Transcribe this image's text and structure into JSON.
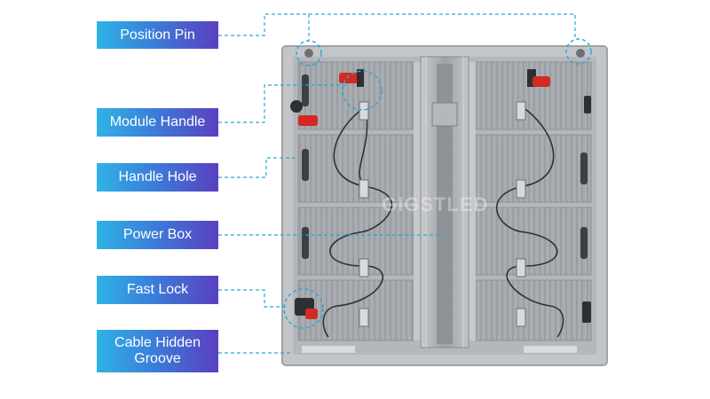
{
  "labels": [
    {
      "text": "Position Pin"
    },
    {
      "text": "Module Handle"
    },
    {
      "text": "Handle Hole"
    },
    {
      "text": "Power Box"
    },
    {
      "text": "Fast Lock"
    },
    {
      "text": "Cable Hidden Groove"
    }
  ],
  "watermark": "GIGSTLED",
  "colors": {
    "label_start": "#2fb3e6",
    "label_end": "#5a3fc0",
    "leader_line": "#2aa6d8",
    "cabinet_frame": "#b9bcc0",
    "module_panel": "#a7aaae",
    "handle_red": "#d42a22"
  }
}
